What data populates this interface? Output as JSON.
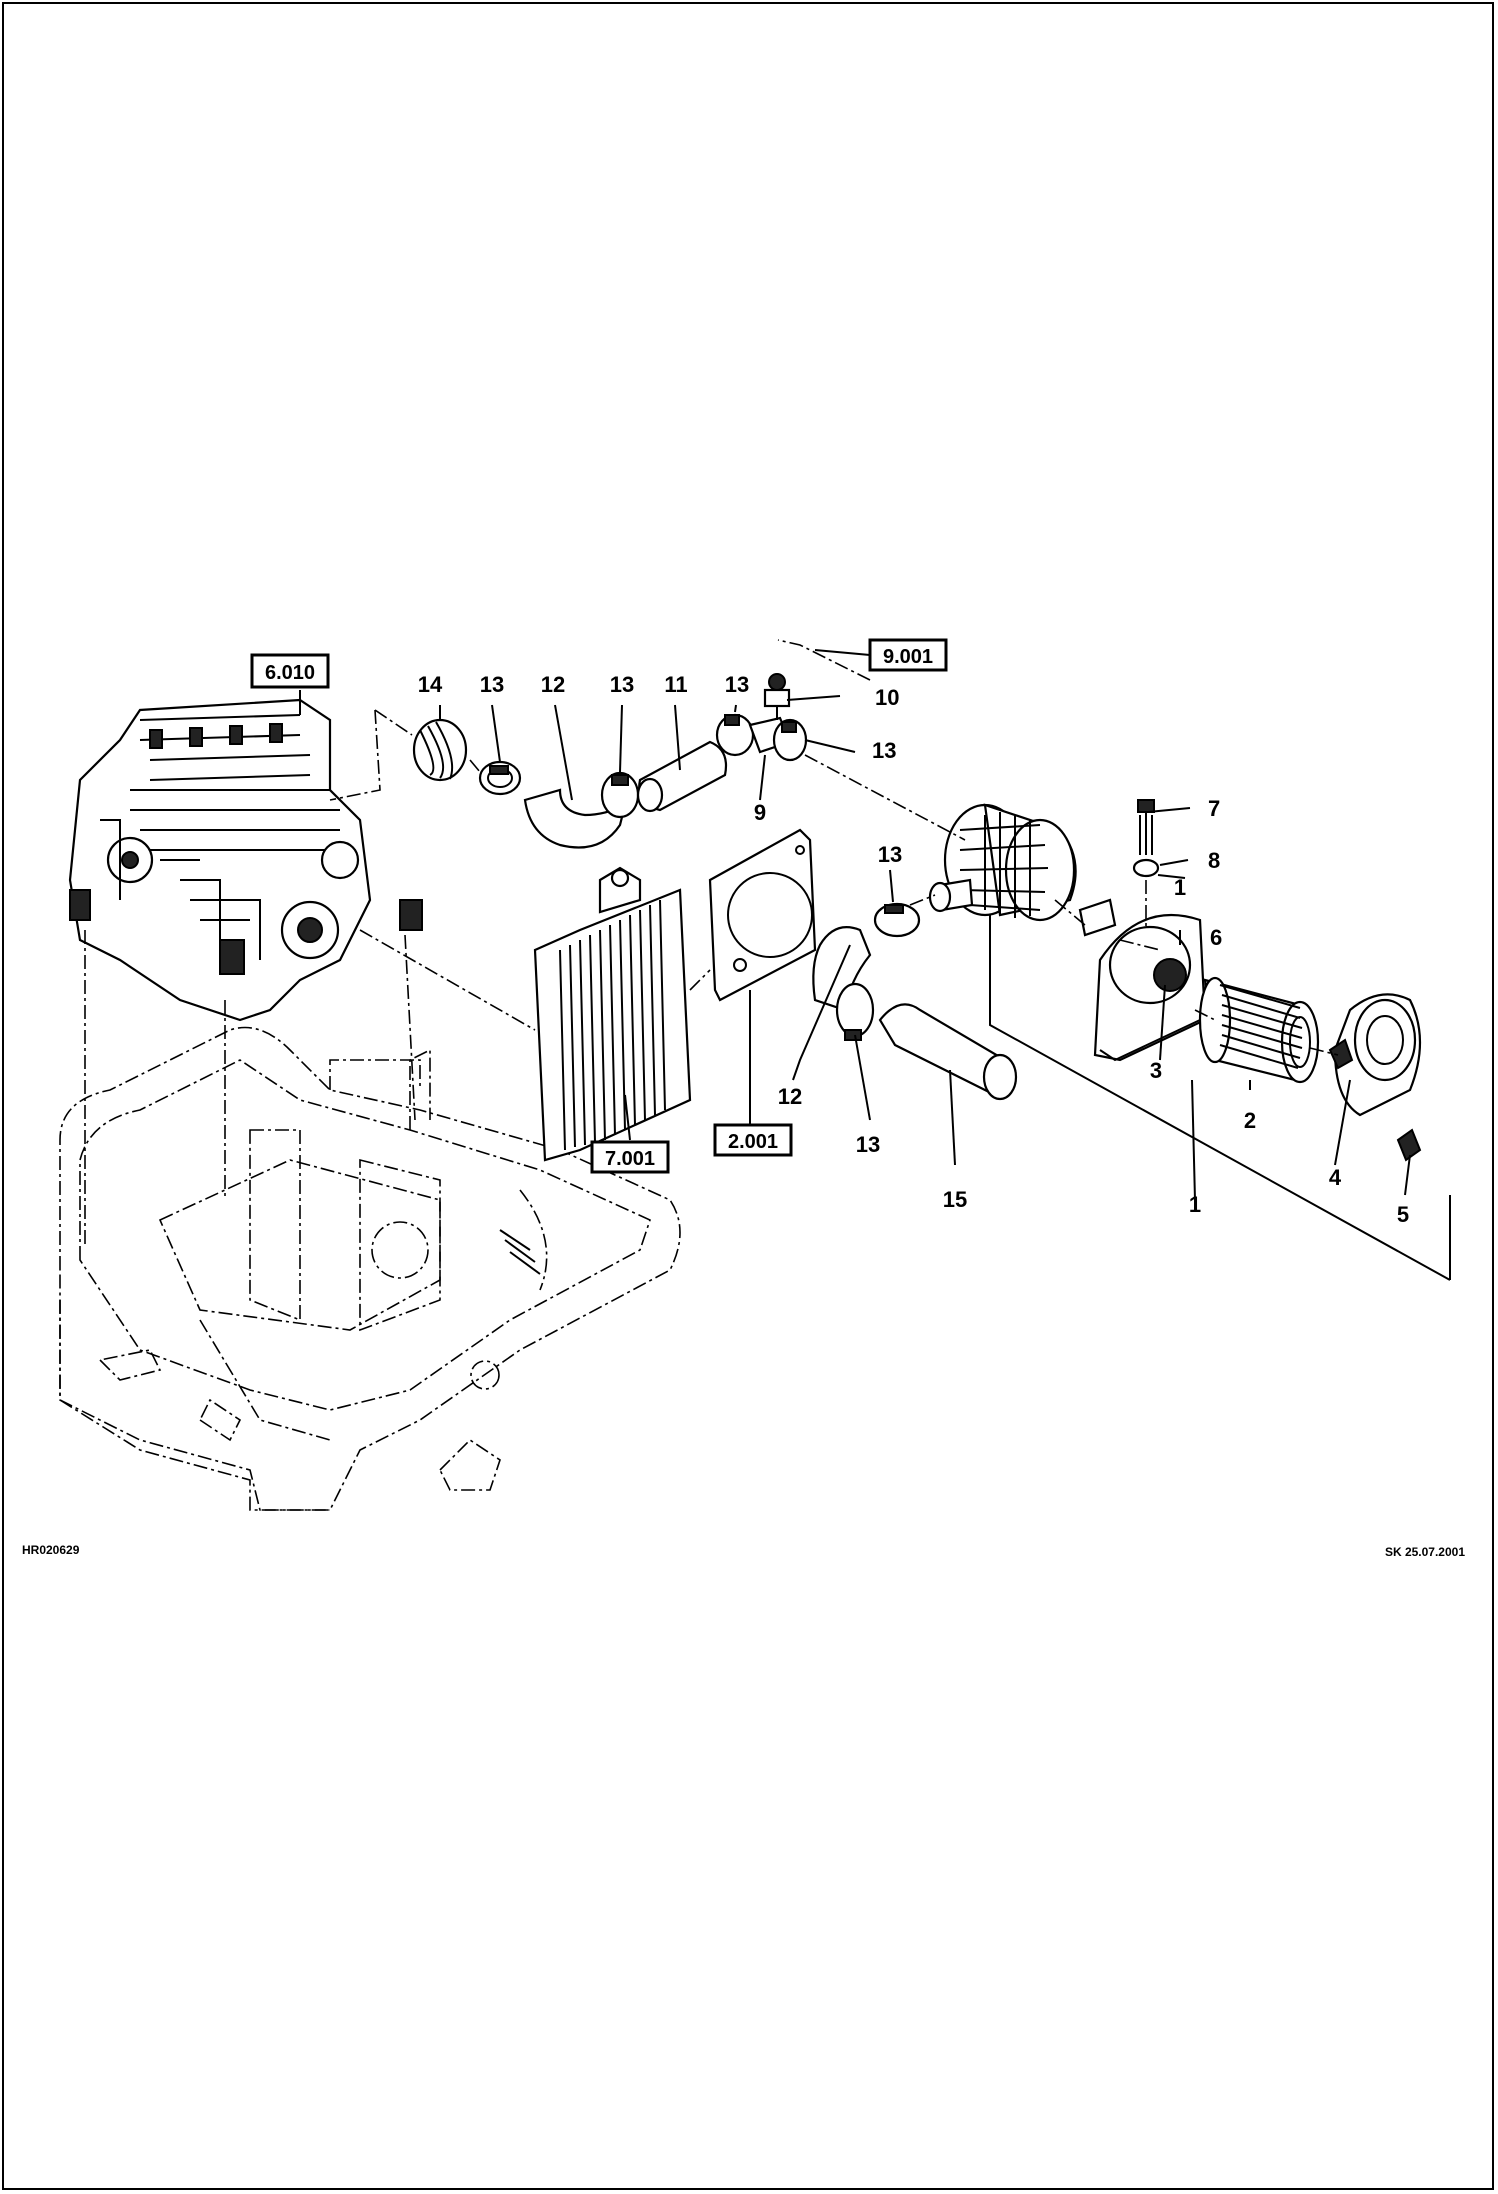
{
  "references": {
    "engine": "6.010",
    "radiator": "7.001",
    "plate": "2.001",
    "indicator": "9.001"
  },
  "callouts": {
    "c14": "14",
    "c13a": "13",
    "c12a": "12",
    "c13b": "13",
    "c11": "11",
    "c13c": "13",
    "c10": "10",
    "c13d": "13",
    "c9": "9",
    "c7": "7",
    "c8": "8",
    "c1a": "1",
    "c6": "6",
    "c3": "3",
    "c13e": "13",
    "c12b": "12",
    "c13f": "13",
    "c15": "15",
    "c2": "2",
    "c4": "4",
    "c5": "5",
    "c1b": "1"
  },
  "footer": {
    "drawing_id": "HR020629",
    "signature": "SK 25.07.2001"
  }
}
